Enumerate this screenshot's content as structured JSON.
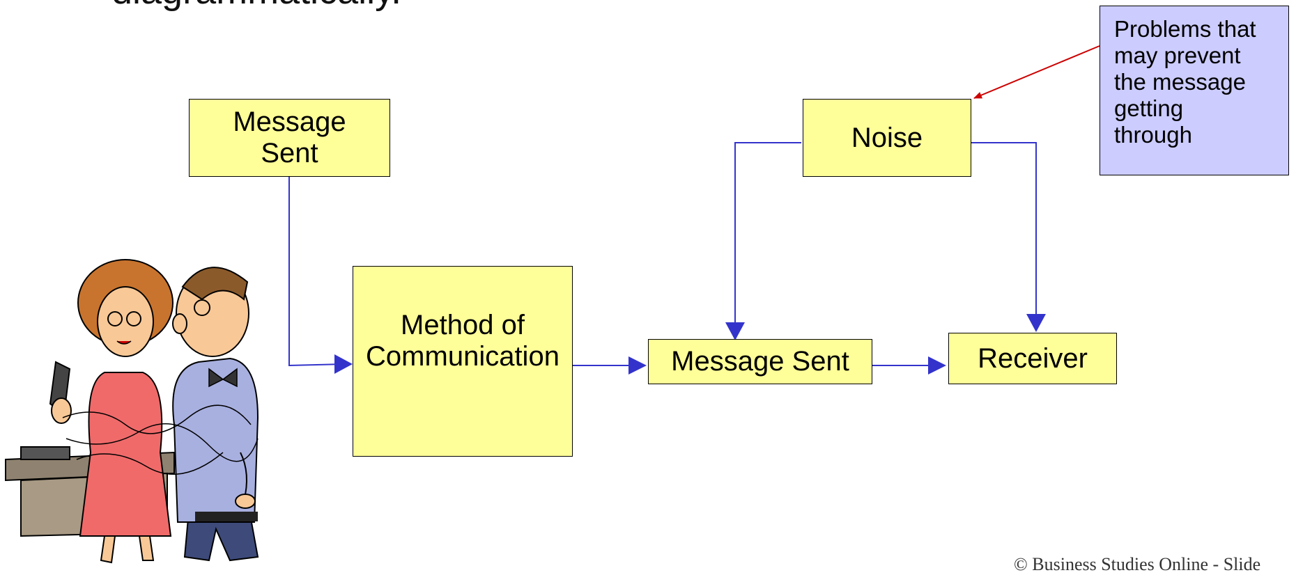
{
  "heading": "diagrammatically.",
  "boxes": {
    "message_sent_top": [
      "Message",
      "Sent"
    ],
    "method": [
      "Method of",
      "Communication"
    ],
    "message_sent_mid": "Message Sent",
    "receiver": "Receiver",
    "noise": "Noise"
  },
  "note": [
    "Problems that",
    "may prevent",
    "the message",
    "getting",
    "through"
  ],
  "footer": "© Business Studies Online - Slide",
  "colors": {
    "box_fill": "#ffff99",
    "note_fill": "#ccccff",
    "arrow_blue": "#3333cc",
    "arrow_red": "#cc0000"
  },
  "illustration": "two-people-tangled-in-phone-cord"
}
